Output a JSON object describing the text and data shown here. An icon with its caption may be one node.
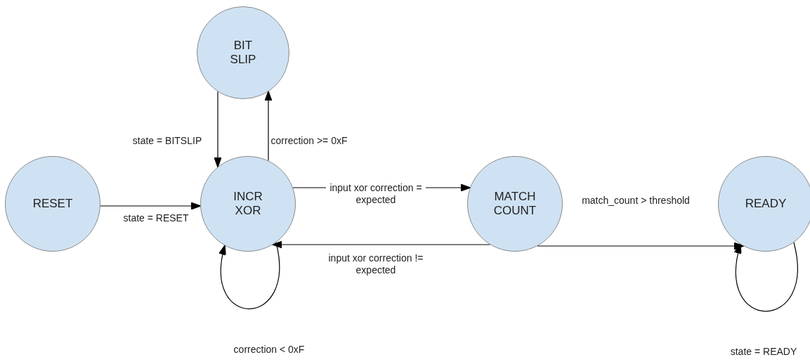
{
  "diagram": {
    "nodes": [
      {
        "text": [
          "BIT SLIP"
        ]
      },
      {
        "text": [
          "RESET"
        ]
      },
      {
        "text": [
          "INCR XOR"
        ]
      },
      {
        "text": [
          "MATCH COUNT"
        ]
      },
      {
        "text": [
          "READY"
        ]
      }
    ],
    "edges": [
      {
        "from": 1,
        "to": 2,
        "arrow": "to",
        "label": "state = RESET"
      },
      {
        "from": 0,
        "to": 2,
        "arrow": "to",
        "label": "state = BITSLIP"
      },
      {
        "from": 2,
        "to": 0,
        "arrow": "to",
        "label": "correction >= 0xF"
      },
      {
        "from": 2,
        "to": 3,
        "arrow": "to",
        "label": "input xor correction = expected"
      },
      {
        "from": 3,
        "to": 2,
        "arrow": "to",
        "label": "input xor correction != expected"
      },
      {
        "from": 3,
        "to": 4,
        "arrow": "to",
        "label": "match_count > threshold"
      },
      {
        "from": 2,
        "to": 2,
        "arrow": "to",
        "label": "correction < 0xF"
      },
      {
        "from": 4,
        "to": 4,
        "arrow": "to",
        "label": "state = READY"
      }
    ]
  }
}
